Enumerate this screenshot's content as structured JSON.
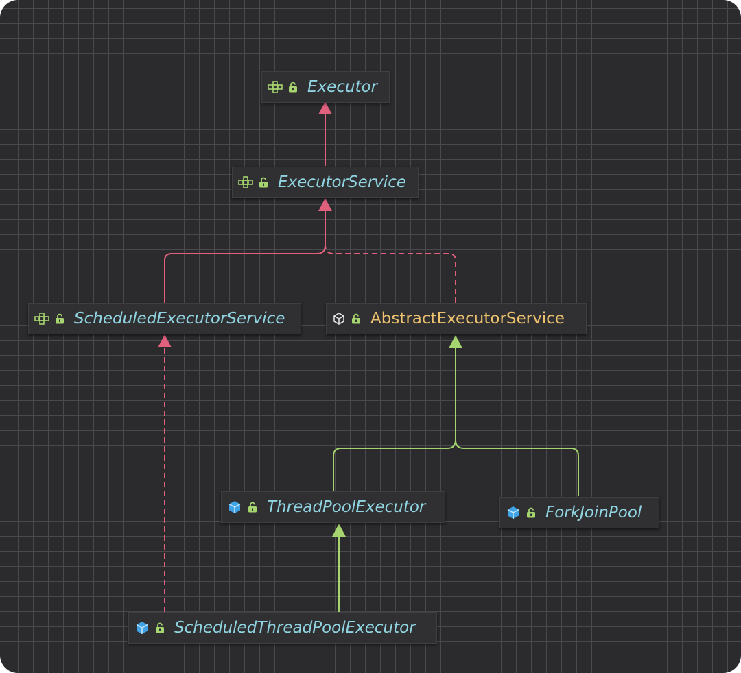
{
  "colors": {
    "interface_text": "#8fd4e0",
    "abstract_text": "#ecc26f",
    "implements_edge": "#e0607e",
    "extends_edge": "#a6d46e",
    "interface_icon": "#a6d46e",
    "class_icon": "#3fa3e6"
  },
  "nodes": [
    {
      "id": "executor",
      "label": "Executor",
      "kind": "interface",
      "icon": "interface-icon"
    },
    {
      "id": "executor-service",
      "label": "ExecutorService",
      "kind": "interface",
      "icon": "interface-icon"
    },
    {
      "id": "scheduled-executor-service",
      "label": "ScheduledExecutorService",
      "kind": "interface",
      "icon": "interface-icon"
    },
    {
      "id": "abstract-executor-service",
      "label": "AbstractExecutorService",
      "kind": "abstract",
      "icon": "abstract-class-icon"
    },
    {
      "id": "thread-pool-executor",
      "label": "ThreadPoolExecutor",
      "kind": "class",
      "icon": "class-icon"
    },
    {
      "id": "fork-join-pool",
      "label": "ForkJoinPool",
      "kind": "class",
      "icon": "class-icon"
    },
    {
      "id": "scheduled-thread-pool-executor",
      "label": "ScheduledThreadPoolExecutor",
      "kind": "class",
      "icon": "class-icon"
    }
  ],
  "edges": [
    {
      "from": "executor-service",
      "to": "executor",
      "relation": "extends-interface",
      "style": "solid",
      "color": "#e0607e"
    },
    {
      "from": "scheduled-executor-service",
      "to": "executor-service",
      "relation": "extends-interface",
      "style": "solid",
      "color": "#e0607e"
    },
    {
      "from": "abstract-executor-service",
      "to": "executor-service",
      "relation": "implements",
      "style": "dashed",
      "color": "#e0607e"
    },
    {
      "from": "scheduled-thread-pool-executor",
      "to": "scheduled-executor-service",
      "relation": "implements",
      "style": "dashed",
      "color": "#e0607e"
    },
    {
      "from": "thread-pool-executor",
      "to": "abstract-executor-service",
      "relation": "extends",
      "style": "solid",
      "color": "#a6d46e"
    },
    {
      "from": "fork-join-pool",
      "to": "abstract-executor-service",
      "relation": "extends",
      "style": "solid",
      "color": "#a6d46e"
    },
    {
      "from": "scheduled-thread-pool-executor",
      "to": "thread-pool-executor",
      "relation": "extends",
      "style": "solid",
      "color": "#a6d46e"
    }
  ],
  "access_icon": "unlock-icon"
}
